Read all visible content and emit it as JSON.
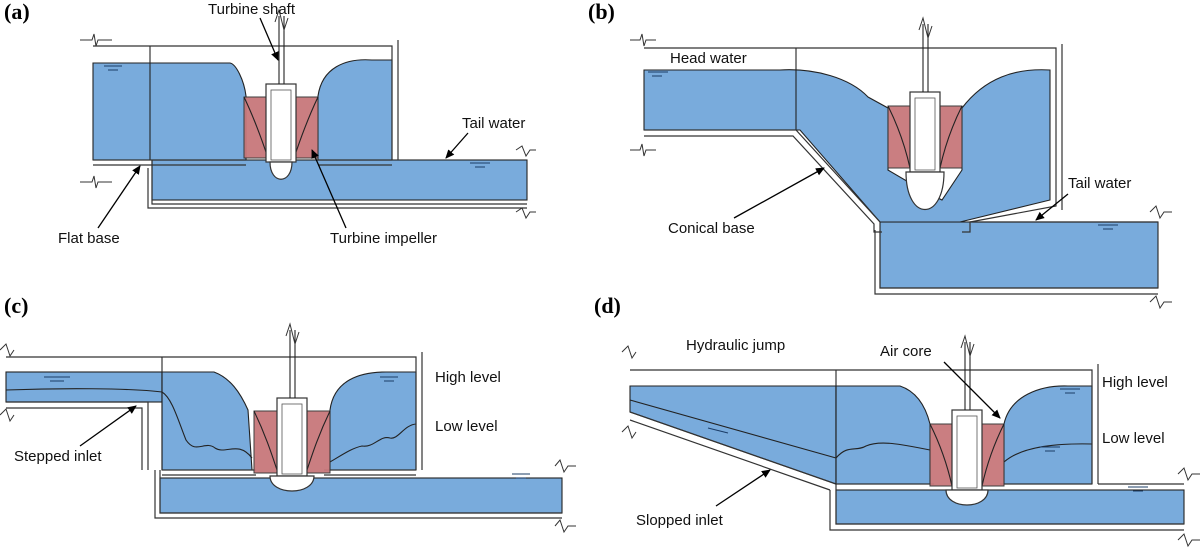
{
  "colors": {
    "water": "#79abdc",
    "impeller": "#c8787b",
    "wall": "#333333"
  },
  "panels": [
    {
      "letter": "(a)",
      "labels": {
        "shaft": "Turbine shaft",
        "tail": "Tail water",
        "base": "Flat base",
        "impeller": "Turbine impeller"
      }
    },
    {
      "letter": "(b)",
      "labels": {
        "head": "Head water",
        "tail": "Tail water",
        "base": "Conical base"
      }
    },
    {
      "letter": "(c)",
      "labels": {
        "high": "High level",
        "low": "Low level",
        "inlet": "Stepped inlet"
      }
    },
    {
      "letter": "(d)",
      "labels": {
        "jump": "Hydraulic jump",
        "core": "Air core",
        "high": "High level",
        "low": "Low level",
        "inlet": "Slopped inlet"
      }
    }
  ]
}
